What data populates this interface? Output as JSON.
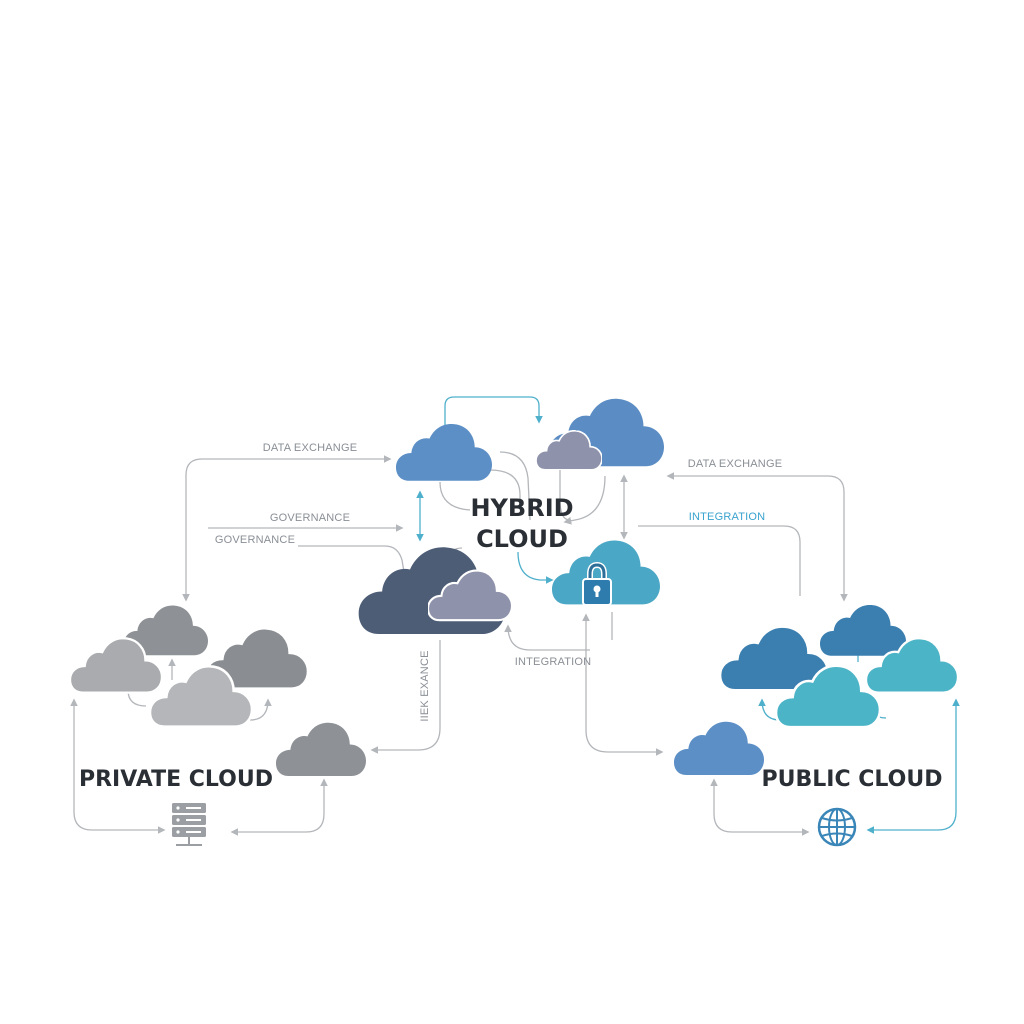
{
  "diagram": {
    "hub_title": [
      "HYBRID",
      "CLOUD"
    ],
    "private_title": "PRIVATE CLOUD",
    "public_title": "PUBLIC CLOUD",
    "labels": {
      "data_exchange_left": "DATA EXCHANGE",
      "data_exchange_right": "DATA EXCHANGE",
      "governance_top": "GOVERNANCE",
      "governance_bottom": "GOVERNANCE",
      "integration_right": "INTEGRATION",
      "integration_bottom": "INTEGRATION",
      "vertical_label": "IIEK EXANCE"
    },
    "colors": {
      "private_gray_dark": "#8e9196",
      "private_gray_light": "#b4b6b9",
      "hybrid_blue": "#5c8fc6",
      "hybrid_navy": "#4e5d76",
      "hybrid_lavender": "#8f92ab",
      "public_blue": "#3b7fb0",
      "public_teal": "#4cb4c7",
      "connector_gray": "#b3b6ba",
      "connector_teal": "#4fb0cc",
      "integration_text": "#3aa3cf"
    },
    "icons": [
      "padlock-icon",
      "server-rack-icon",
      "globe-icon"
    ]
  }
}
